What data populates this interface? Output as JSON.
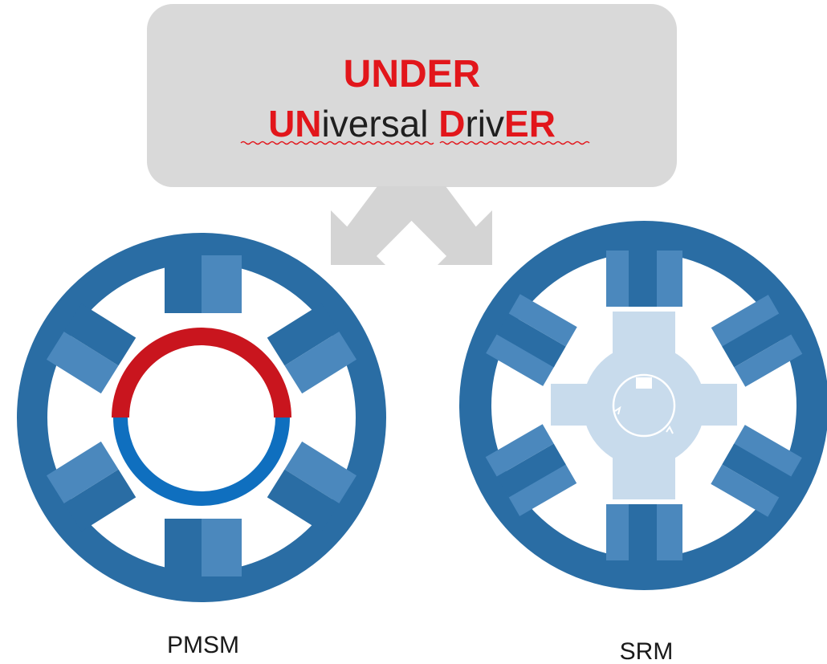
{
  "banner": {
    "title": "UNDER",
    "subtitle_parts": [
      {
        "text": "UN",
        "accent": true
      },
      {
        "text": "iversal ",
        "accent": false
      },
      {
        "text": "D",
        "accent": true
      },
      {
        "text": "riv",
        "accent": false
      },
      {
        "text": "ER",
        "accent": true
      }
    ]
  },
  "motors": [
    {
      "id": "pmsm",
      "label": "PMSM"
    },
    {
      "id": "srm",
      "label": "SRM"
    }
  ],
  "colors": {
    "banner_bg": "#d9d9d9",
    "accent_red": "#e2161b",
    "text_dark": "#1f1f1f",
    "stator_blue": "#2a6da4",
    "pole_light": "#4b88bd",
    "magnet_red": "#c9151e",
    "magnet_blue": "#0f6fbf",
    "srm_rotor": "#c8dbec",
    "arrow_gray": "#d4d4d4"
  }
}
